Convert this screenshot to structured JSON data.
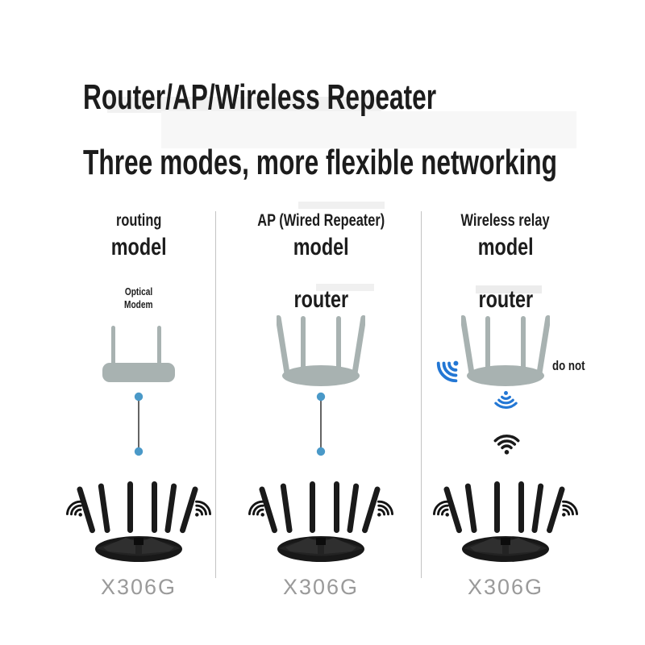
{
  "page": {
    "title_line1": "Router/AP/Wireless Repeater",
    "title_line2": "Three modes, more flexible networking"
  },
  "columns": [
    {
      "mode": "routing",
      "mode_type": "model",
      "upstream_device_line1": "Optical",
      "upstream_device_line2": "Modem",
      "product_model": "X306G"
    },
    {
      "mode": "AP (Wired Repeater)",
      "mode_type": "model",
      "upstream_device": "router",
      "product_model": "X306G"
    },
    {
      "mode": "Wireless relay",
      "mode_type": "model",
      "upstream_device": "router",
      "annotation": "do not",
      "product_model": "X306G"
    }
  ],
  "icons": {
    "optical_modem": "modem-icon",
    "upstream_router": "router-silhouette-icon",
    "wired_link": "wired-link-dots-icon",
    "wifi_upstream": "wifi-signal-icon",
    "wifi_broadcast_down": "wifi-signal-icon",
    "wifi_receive": "wifi-signal-icon",
    "product_router": "router-product-icon"
  },
  "colors": {
    "text_dark": "#1c1c1c",
    "device_gray": "#a8b2b1",
    "wifi_blue": "#2377d4",
    "link_dot_blue": "#4a99c8",
    "divider": "#c3c3c3",
    "product_label_gray": "#9a9a9a"
  }
}
